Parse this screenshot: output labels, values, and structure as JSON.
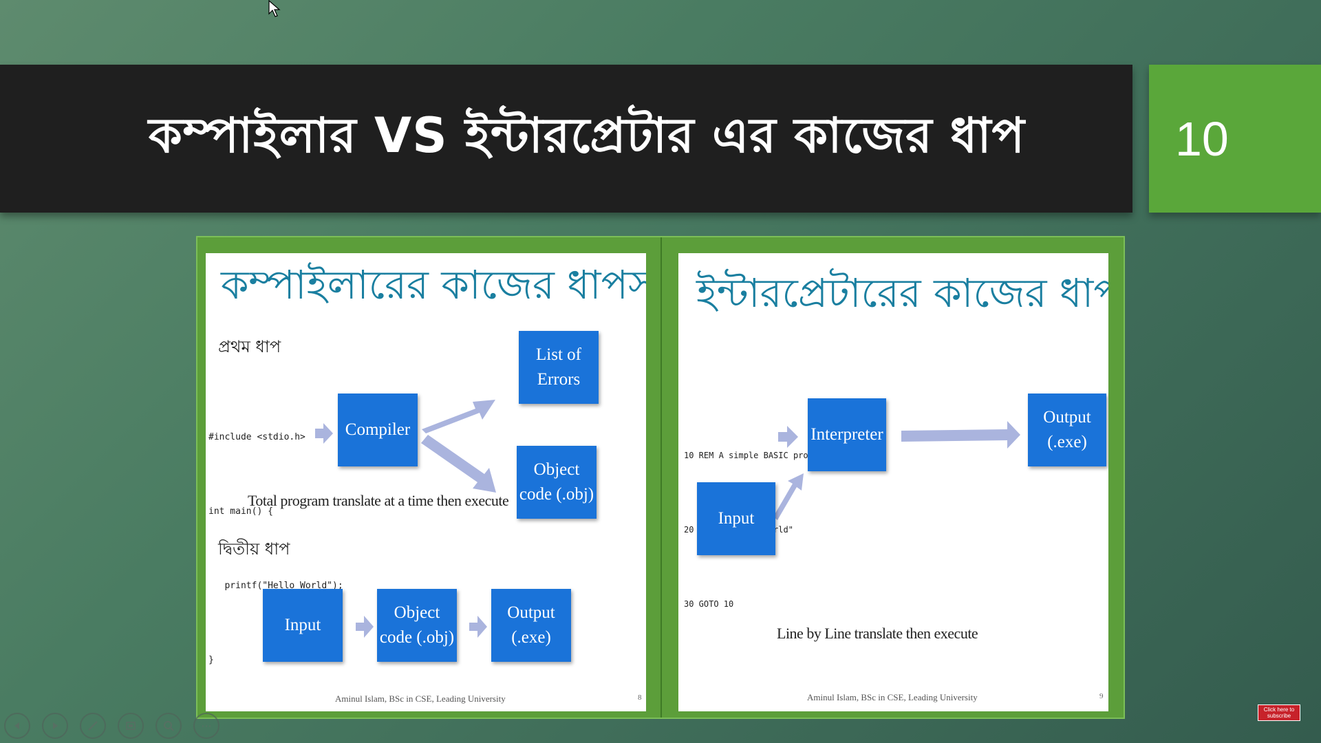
{
  "header": {
    "title": "কম্পাইলার VS ইন্টারপ্রেটার  এর  কাজের  ধাপ",
    "slide_number": "10"
  },
  "left_slide": {
    "title": "কম্পাইলারের কাজের ধাপসমূহ",
    "step1_label": "প্রথম ধাপ",
    "step2_label": "দ্বিতীয় ধাপ",
    "code_lines": [
      "#include <stdio.h>",
      "int main() {",
      "   printf(\"Hello World\");",
      "}"
    ],
    "compiler_box": "Compiler",
    "errors_box": [
      "List of",
      "Errors"
    ],
    "object_box": [
      "Object",
      "code (.obj)"
    ],
    "note": "Total program translate at a time then execute",
    "input_box": "Input",
    "object_box2": [
      "Object",
      "code (.obj)"
    ],
    "output_box": [
      "Output",
      "(.exe)"
    ],
    "footer": "Aminul Islam, BSc in CSE, Leading University",
    "page": "8"
  },
  "right_slide": {
    "title": "ইন্টারপ্রেটারের কাজের ধাপ",
    "code_lines": [
      "10 REM A simple BASIC program",
      "20 PRINT \"Hello World\"",
      "30 GOTO 10"
    ],
    "interpreter_box": "Interpreter",
    "output_box": [
      "Output",
      "(.exe)"
    ],
    "input_box": "Input",
    "note": "Line by Line translate then execute",
    "footer": "Aminul Islam, BSc in CSE, Leading University",
    "page": "9"
  },
  "toolbar": {
    "icons": [
      "previous-icon",
      "next-icon",
      "pen-icon",
      "slides-icon",
      "zoom-icon",
      "more-icon"
    ],
    "more_label": "···"
  },
  "subscribe": {
    "line1": "Click here to",
    "line2": "subscribe"
  },
  "colors": {
    "accent_green": "#5aa73a",
    "box_blue": "#1a73d9",
    "title_teal": "#1a7fa0",
    "arrow": "#aab4de"
  }
}
